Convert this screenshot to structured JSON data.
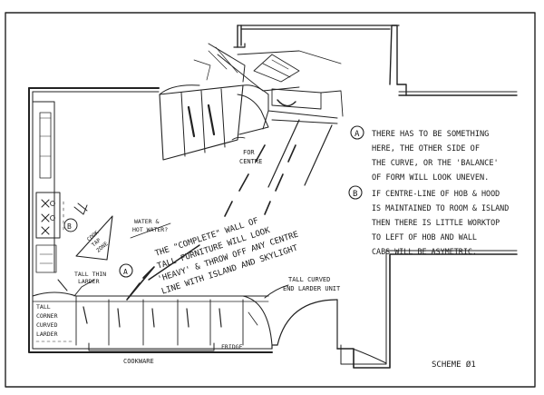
{
  "notes": {
    "a_marker": "A",
    "a_lines": [
      "THERE HAS TO BE SOMETHING",
      "HERE, THE OTHER SIDE OF",
      "THE CURVE, OR THE 'BALANCE'",
      "OF FORM WILL LOOK UNEVEN."
    ],
    "b_marker": "B",
    "b_lines": [
      "IF CENTRE-LINE OF HOB & HOOD",
      "IS MAINTAINED TO ROOM & ISLAND",
      "THEN THERE IS LITTLE WORKTOP",
      "TO LEFT OF HOB AND WALL",
      "CABS WILL BE ASYMETRIC."
    ]
  },
  "labels": {
    "for_centre": [
      "FOR",
      "CENTRE"
    ],
    "water_hot": [
      "WATER &",
      "HOT WATER?"
    ],
    "cook_tap": [
      "COOK",
      "TAP",
      "ZONE"
    ],
    "big_note": [
      "THE \"COMPLETE\" WALL OF",
      "TALL FURNITURE WILL LOOK",
      "'HEAVY' & THROW OFF ANY CENTRE",
      "LINE WITH ISLAND AND SKYLIGHT"
    ],
    "tall_thin": [
      "TALL THIN",
      "LARDER"
    ],
    "tall_curved": [
      "TALL CURVED",
      "END LARDER UNIT"
    ],
    "tall_corner": [
      "TALL",
      "CORNER",
      "CURVED",
      "LARDER"
    ],
    "cookware": "COOKWARE",
    "fridge": "FRIDGE",
    "scheme": "SCHEME Ø1",
    "marker_a": "A",
    "marker_b": "B"
  }
}
